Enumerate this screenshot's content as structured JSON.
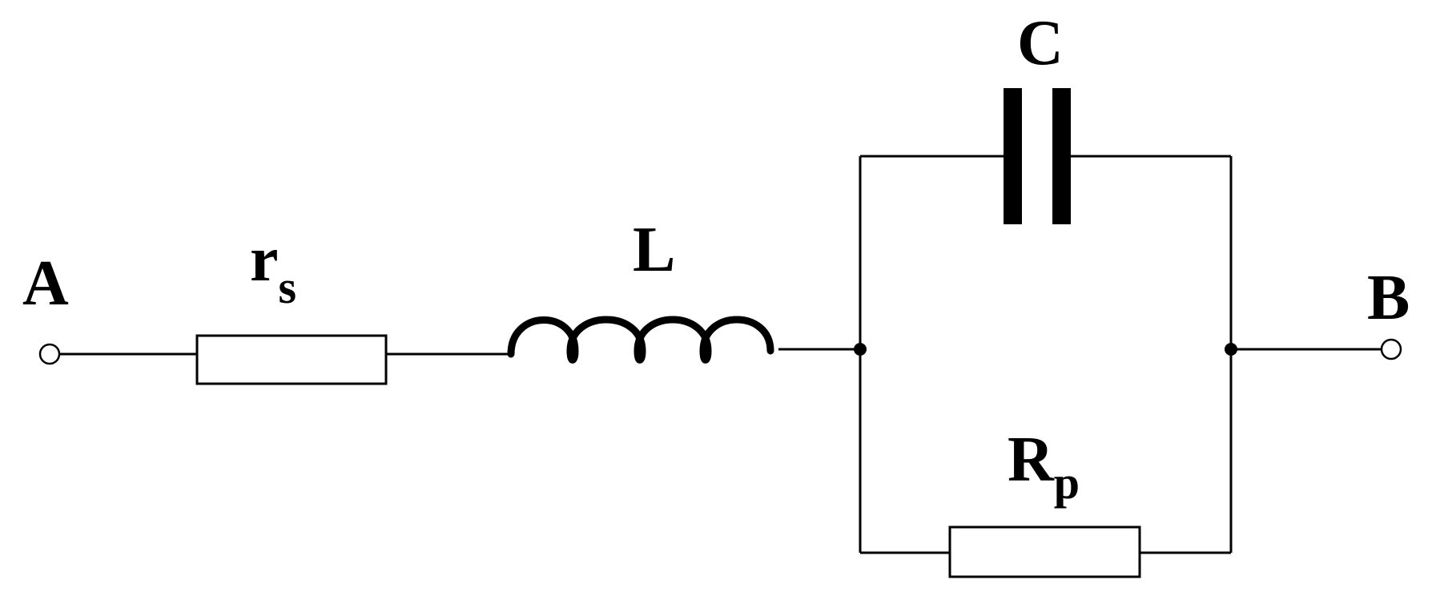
{
  "terminals": {
    "a": "A",
    "b": "B"
  },
  "components": {
    "series_resistor": {
      "symbol": "r",
      "subscript": "s"
    },
    "inductor": {
      "symbol": "L"
    },
    "capacitor": {
      "symbol": "C"
    },
    "parallel_resistor": {
      "symbol": "R",
      "subscript": "p"
    }
  },
  "colors": {
    "ink": "#000000",
    "background": "#ffffff"
  }
}
